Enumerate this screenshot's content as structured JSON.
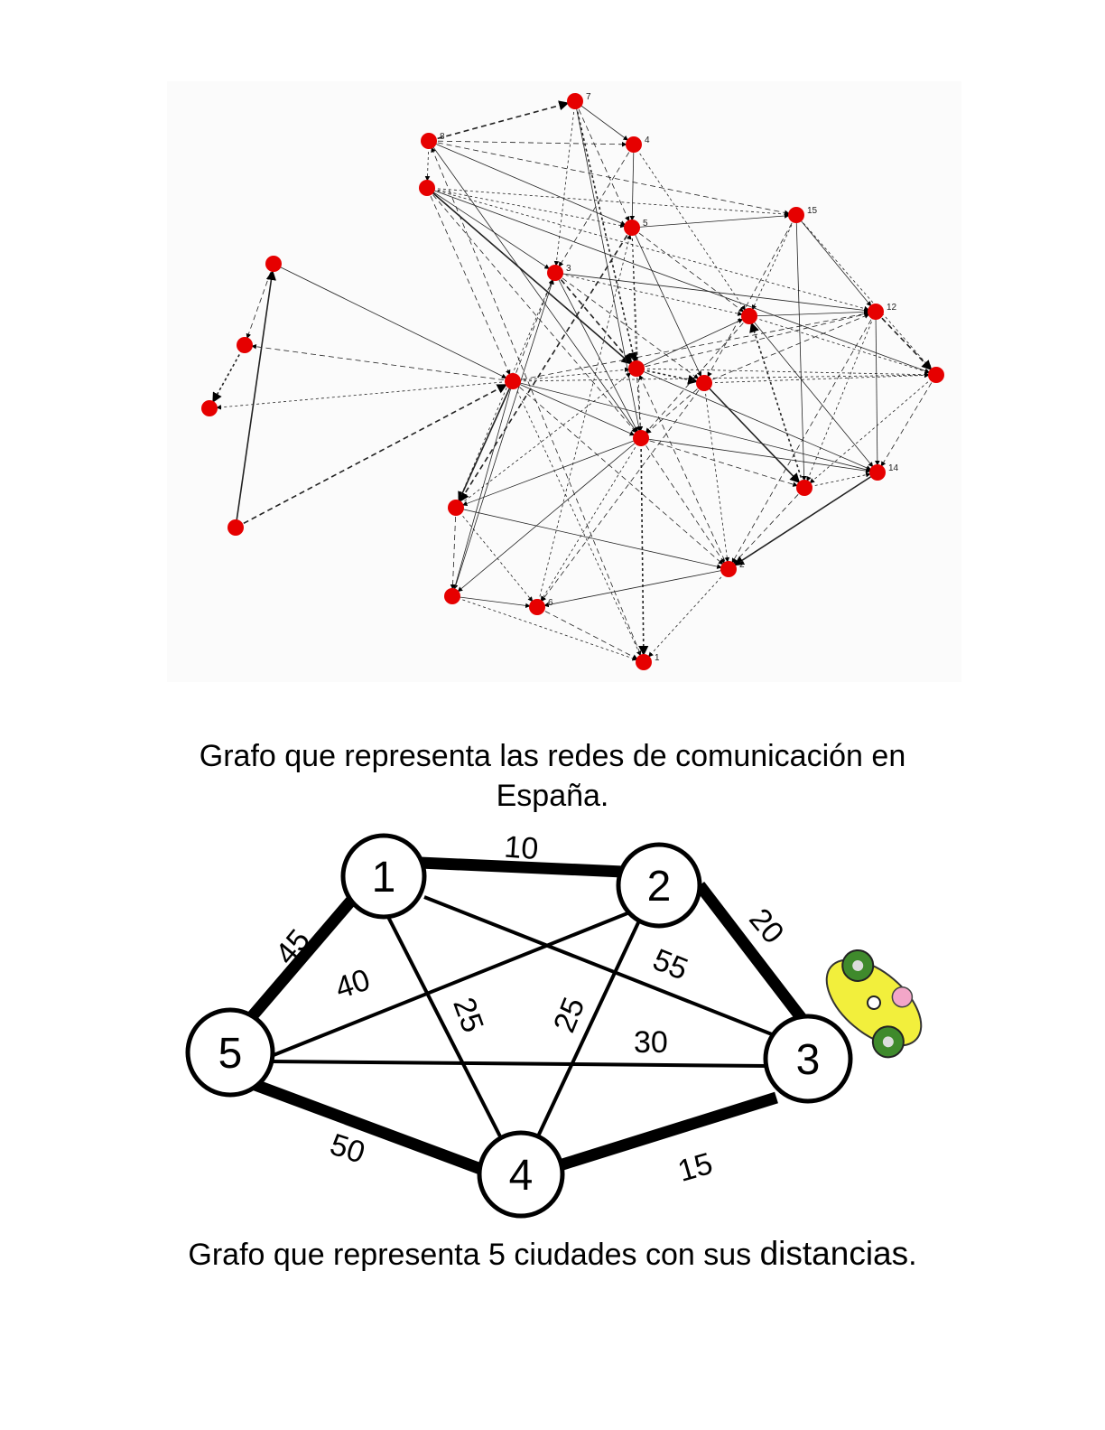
{
  "network": {
    "node_color": "#e60000",
    "node_labels": [
      "7",
      "8",
      "4",
      "5",
      "15",
      "3",
      "12",
      "14",
      "2",
      "6",
      "1"
    ],
    "edge_count_note": ""
  },
  "caption_network": {
    "line1": "Grafo que representa las redes de comunicación en",
    "line2": "España."
  },
  "cities": {
    "nodes": [
      "1",
      "2",
      "3",
      "4",
      "5"
    ],
    "edges": [
      {
        "from": "1",
        "to": "2",
        "distance": "10"
      },
      {
        "from": "2",
        "to": "3",
        "distance": "20"
      },
      {
        "from": "1",
        "to": "5",
        "distance": "45"
      },
      {
        "from": "5",
        "to": "2",
        "distance": "40"
      },
      {
        "from": "1",
        "to": "3",
        "distance": "55"
      },
      {
        "from": "1",
        "to": "4",
        "distance": "25"
      },
      {
        "from": "2",
        "to": "4",
        "distance": "25"
      },
      {
        "from": "5",
        "to": "3",
        "distance": "30"
      },
      {
        "from": "5",
        "to": "4",
        "distance": "50"
      },
      {
        "from": "4",
        "to": "3",
        "distance": "15"
      }
    ],
    "car_colors": {
      "body": "#f2ef3c",
      "wheel": "#3f8a2c",
      "driver": "#f3a6c8"
    }
  },
  "caption_cities": {
    "prefix": "Grafo que representa 5 ciudades con sus",
    "emphasis": "distancias",
    "suffix": "."
  }
}
